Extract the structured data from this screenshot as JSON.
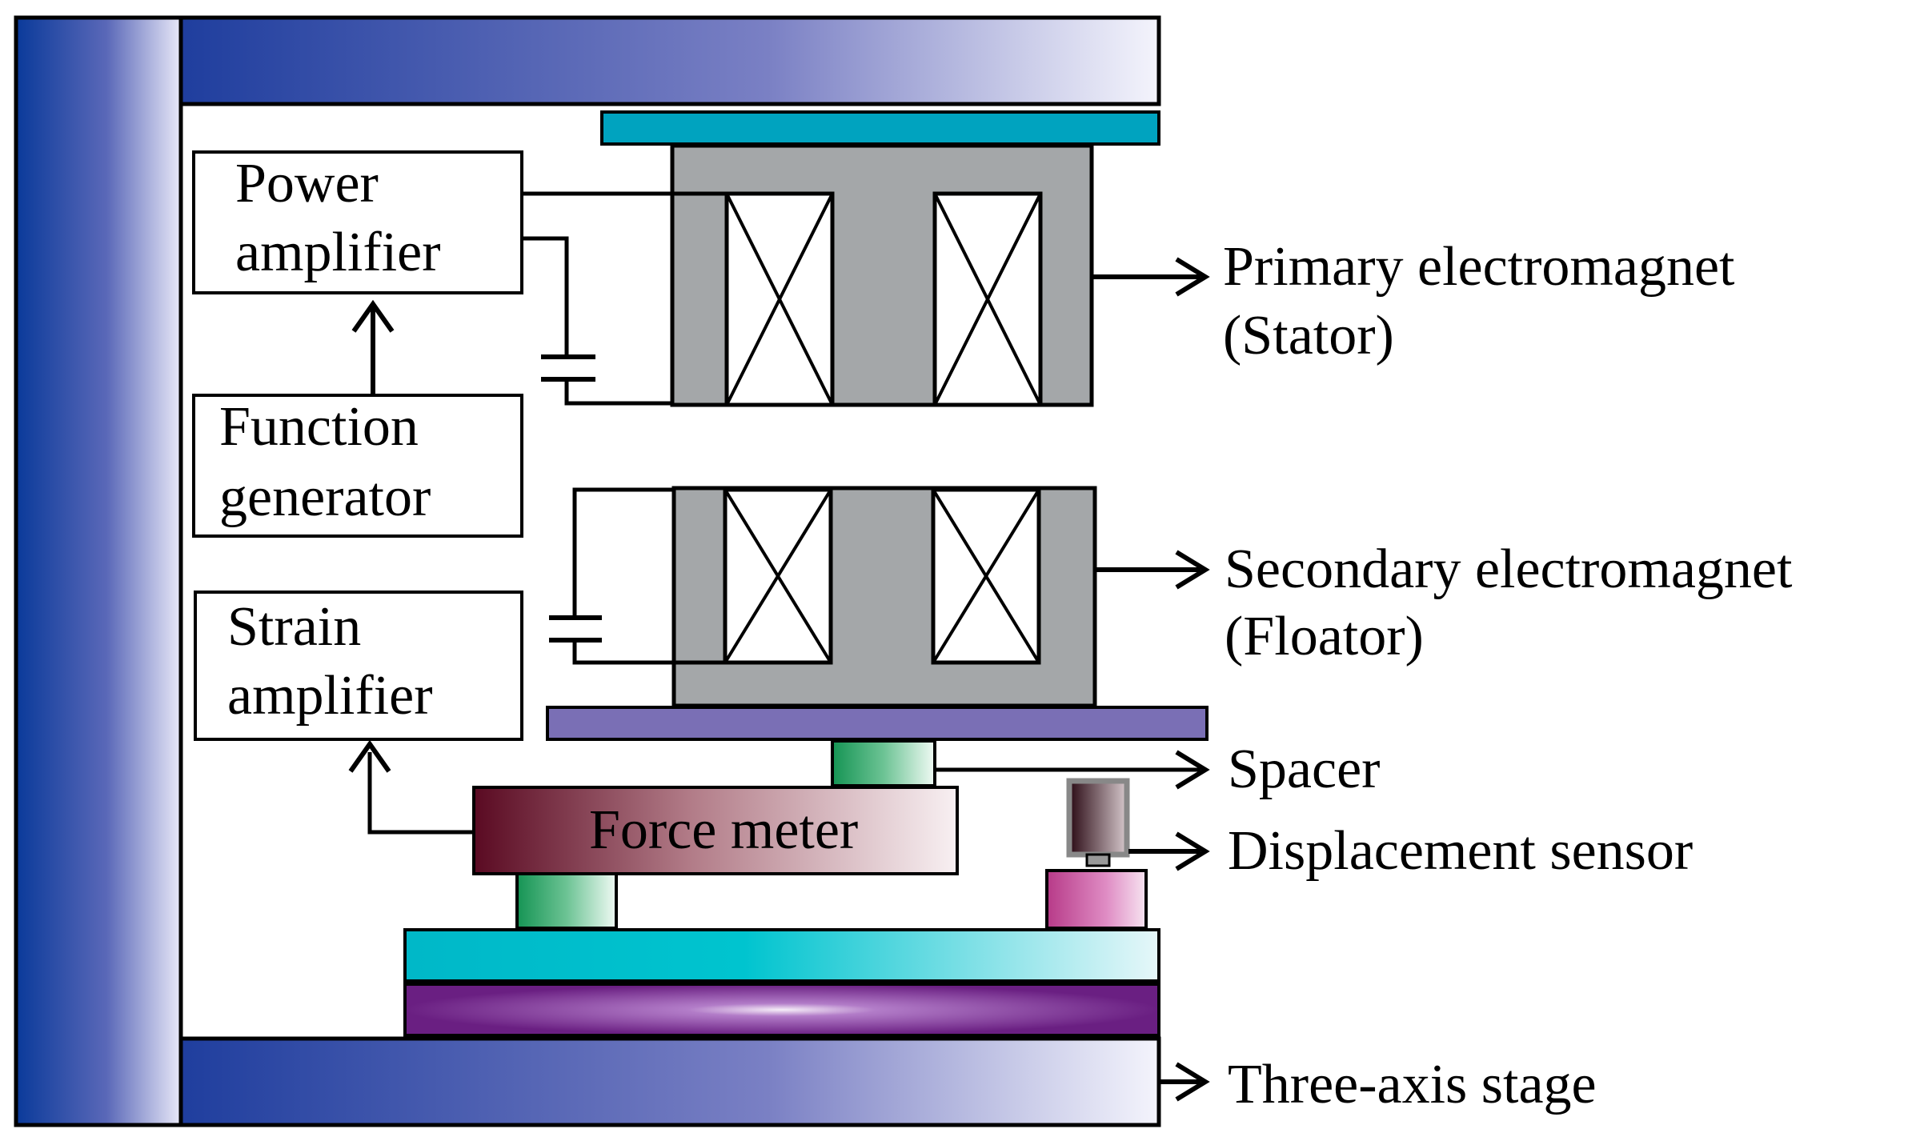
{
  "labels": {
    "power_amplifier": [
      "Power",
      "amplifier"
    ],
    "function_generator": [
      "Function",
      "generator"
    ],
    "strain_amplifier": [
      "Strain",
      "amplifier"
    ],
    "force_meter": "Force meter",
    "primary_electromagnet": [
      "Primary electromagnet",
      "(Stator)"
    ],
    "secondary_electromagnet": [
      "Secondary electromagnet",
      "(Floator)"
    ],
    "spacer": "Spacer",
    "displacement_sensor": "Displacement sensor",
    "three_axis_stage": "Three-axis stage"
  },
  "colors": {
    "frame_blue_dark": "#0a3a9a",
    "frame_blue_light": "#e8e8f8",
    "teal_plate": "#00a3bf",
    "core_gray": "#a4a7a9",
    "floator_plate": "#7a6fb5",
    "spacer_green": "#1d9a5c",
    "force_meter_dark": "#5a0a22",
    "sensor_pink": "#c0428f",
    "stage_cyan": "#00c0cc",
    "stage_purple": "#7a2a8c"
  }
}
